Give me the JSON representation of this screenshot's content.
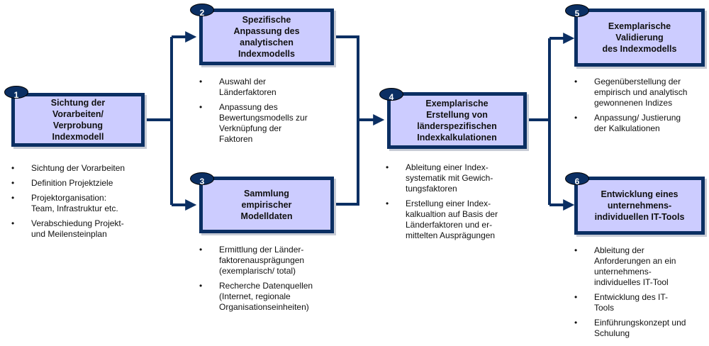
{
  "diagram": {
    "colors": {
      "box_fill": "#ccccff",
      "box_border": "#0b2f63",
      "connector": "#0b2f63",
      "badge": "#0b2f63"
    },
    "steps": [
      {
        "number": "1",
        "title": "Sichtung der\nVorarbeiten/\nVerprobung\nIndexmodell",
        "bullets": [
          "Sichtung der Vorarbeiten",
          "Definition Projektziele",
          "Projektorganisation:\nTeam, Infrastruktur etc.",
          "Verabschiedung Projekt-\nund Meilensteinplan"
        ]
      },
      {
        "number": "2",
        "title": "Spezifische\nAnpassung des\nanalytischen\nIndexmodells",
        "bullets": [
          "Auswahl der\nLänderfaktoren",
          "Anpassung des\nBewertungsmodells zur\nVerknüpfung der\nFaktoren"
        ]
      },
      {
        "number": "3",
        "title": "Sammlung\nempirischer\nModelldaten",
        "bullets": [
          "Ermittlung der Länder-\nfaktorenausprägungen\n(exemplarisch/ total)",
          "Recherche Datenquellen\n(Internet, regionale\nOrganisationseinheiten)"
        ]
      },
      {
        "number": "4",
        "title": "Exemplarische\nErstellung von\nländerspezifischen\nIndexkalkulationen",
        "bullets": [
          "Ableitung einer Index-\nsystematik mit Gewich-\ntungsfaktoren",
          "Erstellung einer Index-\nkalkualtion auf Basis der\nLänderfaktoren und er-\nmittelten Ausprägungen"
        ]
      },
      {
        "number": "5",
        "title": "Exemplarische\nValidierung\ndes Indexmodells",
        "bullets": [
          "Gegenüberstellung der\nempirisch und analytisch\ngewonnenen Indizes",
          "Anpassung/ Justierung\nder Kalkulationen"
        ]
      },
      {
        "number": "6",
        "title": "Entwicklung eines\nunternehmens-\nindividuellen IT-Tools",
        "bullets": [
          "Ableitung der\nAnforderungen an ein\nunternehmens-\nindividuelles IT-Tool",
          "Entwicklung des IT-\nTools",
          "Einführungskonzept und\nSchulung"
        ]
      }
    ]
  }
}
